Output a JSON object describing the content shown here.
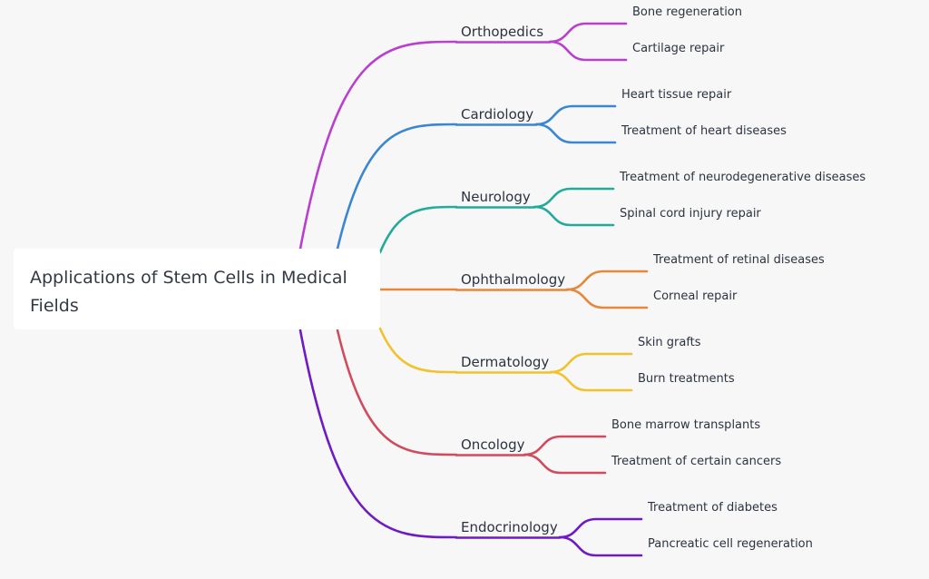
{
  "root": {
    "label": "Applications of Stem Cells in Medical Fields"
  },
  "branches": [
    {
      "label": "Orthopedics",
      "color": "#b93fcf",
      "children": [
        "Bone regeneration",
        "Cartilage repair"
      ]
    },
    {
      "label": "Cardiology",
      "color": "#3a86d1",
      "children": [
        "Heart tissue repair",
        "Treatment of heart diseases"
      ]
    },
    {
      "label": "Neurology",
      "color": "#22aa9a",
      "children": [
        "Treatment of neurodegenerative diseases",
        "Spinal cord injury repair"
      ]
    },
    {
      "label": "Ophthalmology",
      "color": "#e5883a",
      "children": [
        "Treatment of retinal diseases",
        "Corneal repair"
      ]
    },
    {
      "label": "Dermatology",
      "color": "#f2c22e",
      "children": [
        "Skin grafts",
        "Burn treatments"
      ]
    },
    {
      "label": "Oncology",
      "color": "#d04b5e",
      "children": [
        "Bone marrow transplants",
        "Treatment of certain cancers"
      ]
    },
    {
      "label": "Endocrinology",
      "color": "#6e1bc2",
      "children": [
        "Treatment of diabetes",
        "Pancreatic cell regeneration"
      ]
    }
  ]
}
